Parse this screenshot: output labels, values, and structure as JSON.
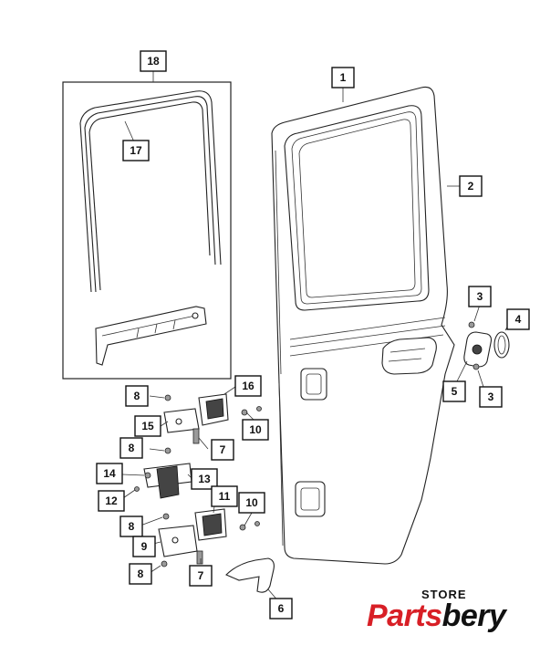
{
  "callouts": {
    "c1": "1",
    "c2": "2",
    "c3a": "3",
    "c3b": "3",
    "c4": "4",
    "c5": "5",
    "c6": "6",
    "c7a": "7",
    "c7b": "7",
    "c8a": "8",
    "c8b": "8",
    "c8c": "8",
    "c8d": "8",
    "c9": "9",
    "c10a": "10",
    "c10b": "10",
    "c11": "11",
    "c12": "12",
    "c13": "13",
    "c14": "14",
    "c15": "15",
    "c16": "16",
    "c17": "17",
    "c18": "18"
  },
  "logo": {
    "store": "STORE",
    "name_red": "Parts",
    "name_black": "bery",
    "colors": {
      "red": "#d81f26",
      "black": "#111111"
    }
  }
}
